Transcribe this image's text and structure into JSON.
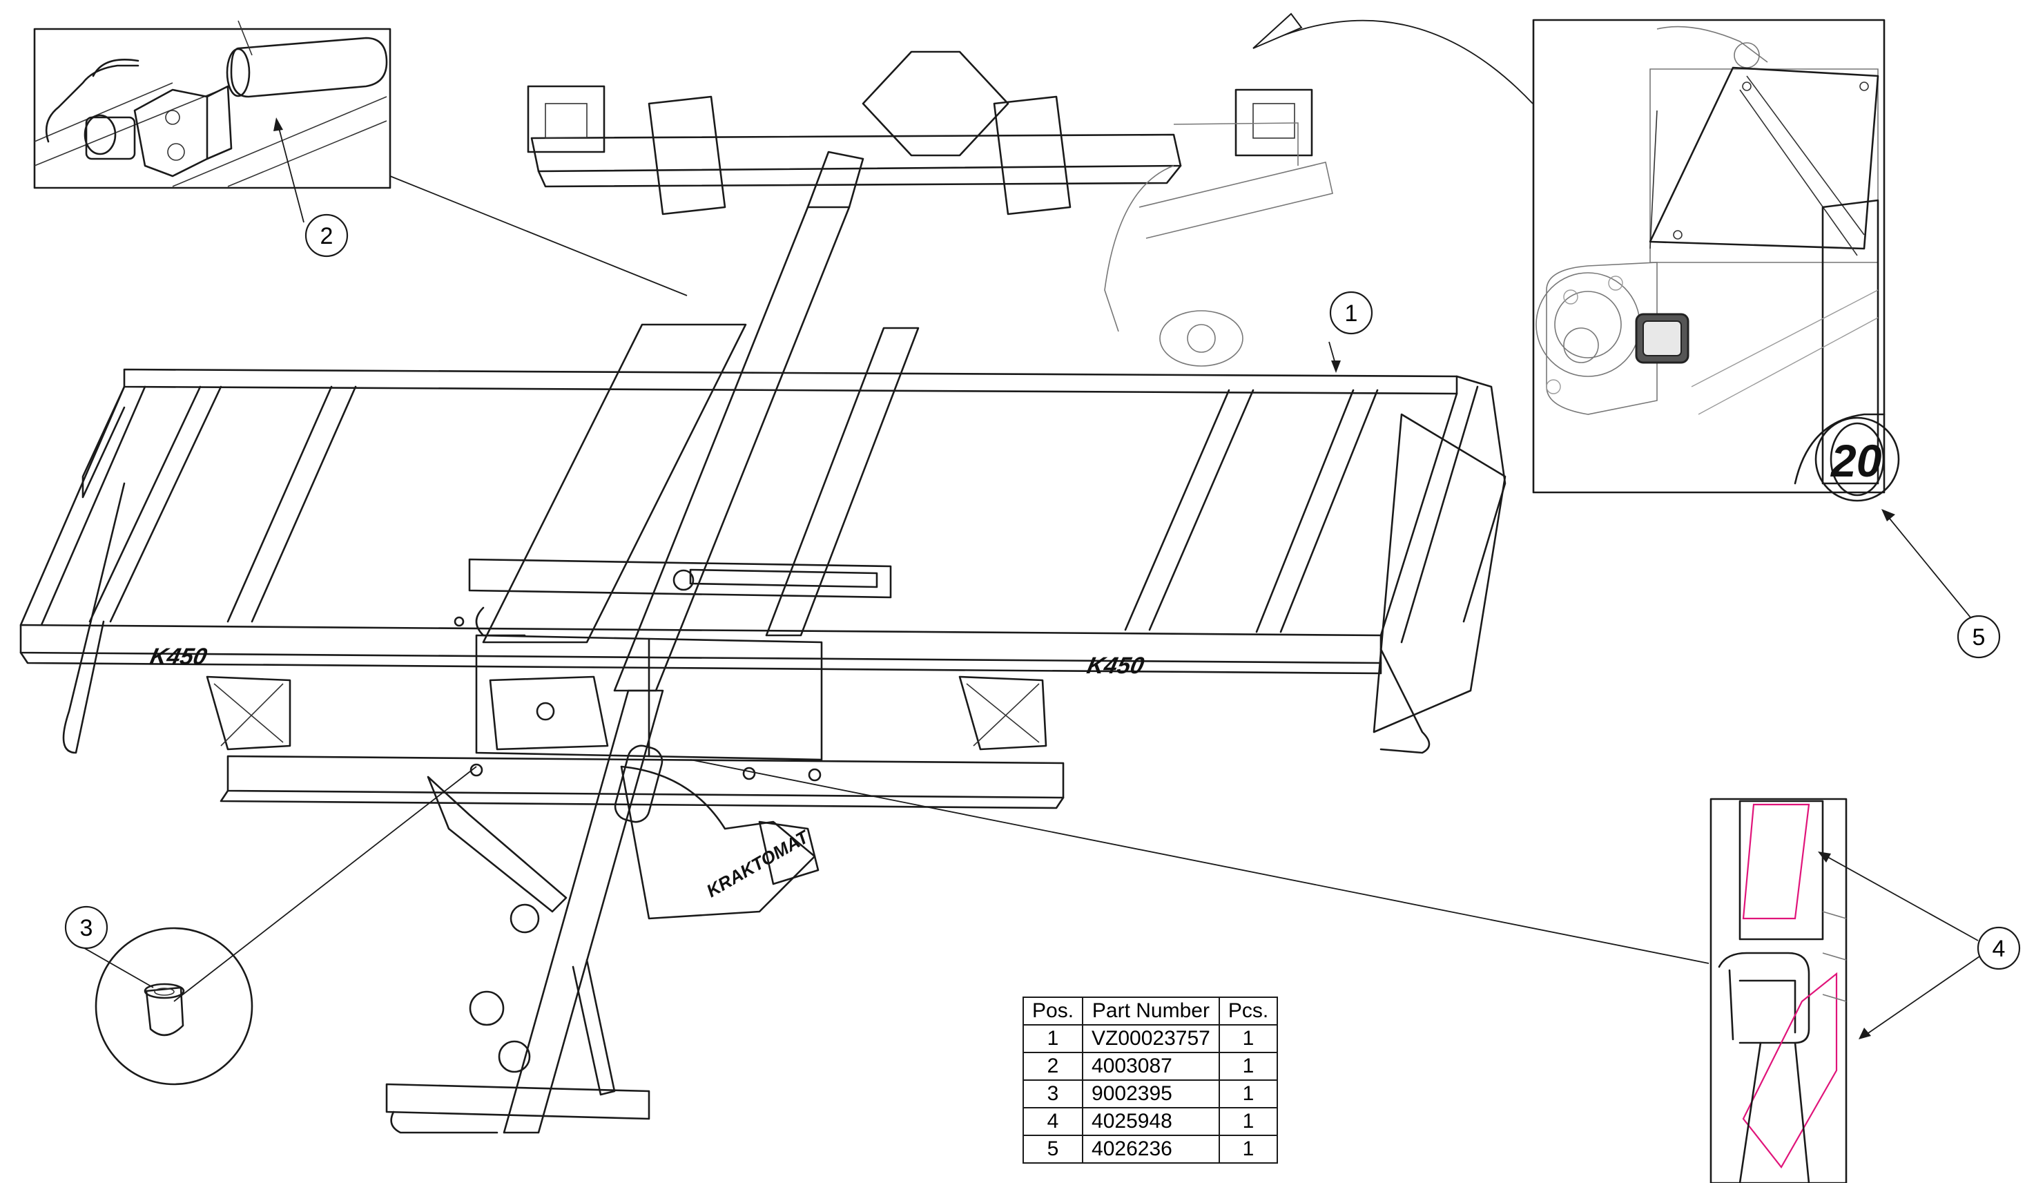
{
  "callouts": [
    "1",
    "2",
    "3",
    "4",
    "5"
  ],
  "labels": {
    "model_left": "K450",
    "model_right": "K450",
    "drawbar_text": "KRAKTOMAT",
    "wheel_number": "20"
  },
  "bom": {
    "headers": [
      "Pos.",
      "Part Number",
      "Pcs."
    ],
    "rows": [
      {
        "pos": "1",
        "part": "VZ00023757",
        "pcs": "1"
      },
      {
        "pos": "2",
        "part": "4003087",
        "pcs": "1"
      },
      {
        "pos": "3",
        "part": "9002395",
        "pcs": "1"
      },
      {
        "pos": "4",
        "part": "4025948",
        "pcs": "1"
      },
      {
        "pos": "5",
        "part": "4026236",
        "pcs": "1"
      }
    ]
  },
  "colors": {
    "line": "#1a1a1a",
    "highlight": "#e0147a",
    "background": "#ffffff"
  }
}
